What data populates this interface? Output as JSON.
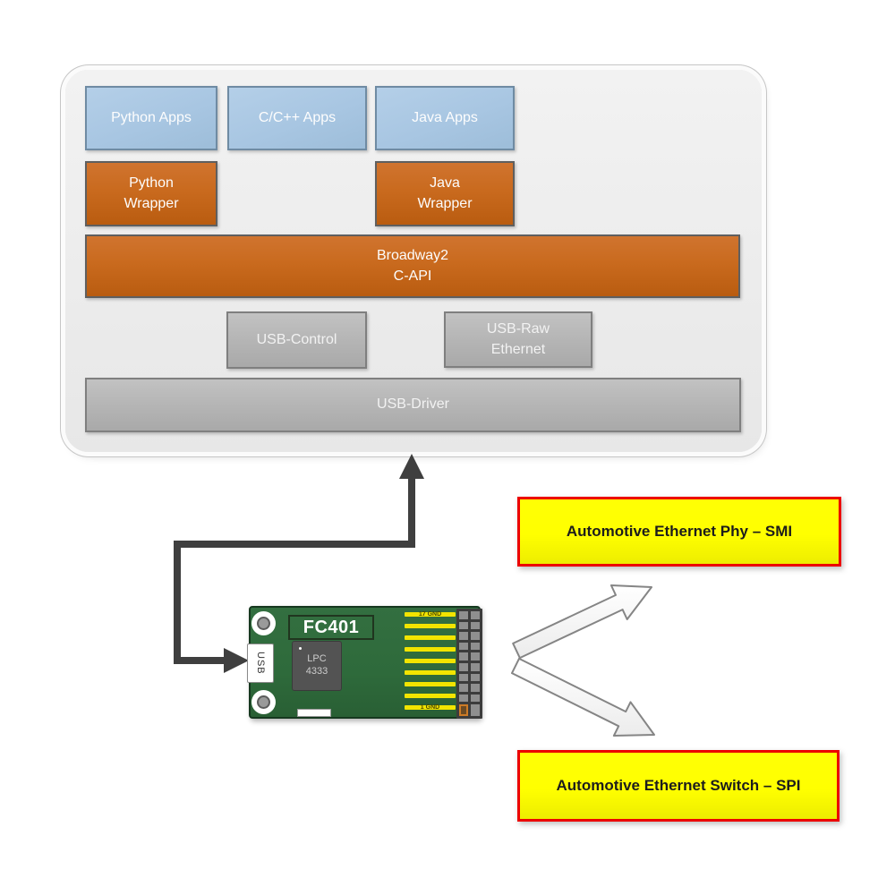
{
  "stack": {
    "apps": [
      "Python Apps",
      "C/C++ Apps",
      "Java Apps"
    ],
    "wrappers": [
      "Python\nWrapper",
      "Java\nWrapper"
    ],
    "api": "Broadway2\nC-API",
    "middleware": [
      "USB-Control",
      "USB-Raw\nEthernet"
    ],
    "driver": "USB-Driver"
  },
  "board": {
    "title": "FC401",
    "connector": "USB",
    "chip": "LPC\n4333",
    "pin_label_top": "17 GND",
    "pin_label_bottom": "1 GND"
  },
  "targets": [
    "Automotive Ethernet Phy – SMI",
    "Automotive Ethernet Switch – SPI"
  ],
  "colors": {
    "app_fill": "#a8c6e2",
    "app_border": "#6f8ba3",
    "wrapper_fill": "#c96a1e",
    "gray_fill": "#b5b5b5",
    "gray_border": "#7f7f7f",
    "container_border": "#c6c6c6",
    "target_fill": "#ffff00",
    "target_border": "#ec0000",
    "board_fill": "#2e6a3b",
    "trace_yellow": "#f2e400",
    "arrow_dark": "#3f3f3f"
  }
}
